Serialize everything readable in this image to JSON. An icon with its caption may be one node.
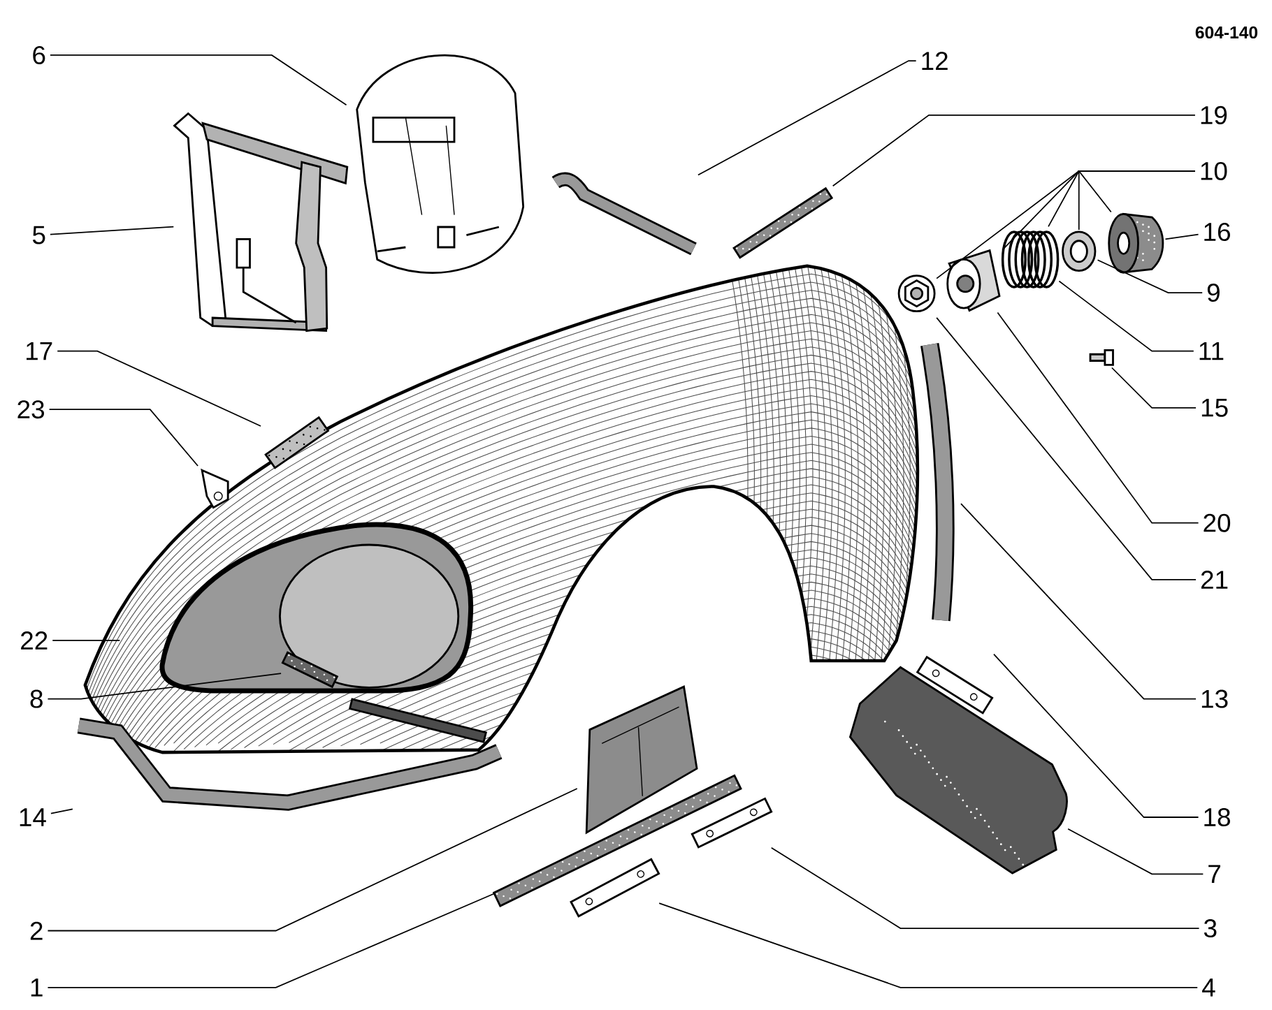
{
  "diagram": {
    "nodes": [
      {
        "text": [
          "6"
        ]
      },
      {
        "text": [
          "5"
        ]
      },
      {
        "text": [
          "17"
        ]
      },
      {
        "text": [
          "23"
        ]
      },
      {
        "text": [
          "22"
        ]
      },
      {
        "text": [
          "8"
        ]
      },
      {
        "text": [
          "14"
        ]
      },
      {
        "text": [
          "2"
        ]
      },
      {
        "text": [
          "1"
        ]
      },
      {
        "text": [
          "12"
        ]
      },
      {
        "text": [
          "19"
        ]
      },
      {
        "text": [
          "10"
        ]
      },
      {
        "text": [
          "16"
        ]
      },
      {
        "text": [
          "9"
        ]
      },
      {
        "text": [
          "11"
        ]
      },
      {
        "text": [
          "15"
        ]
      },
      {
        "text": [
          "20"
        ]
      },
      {
        "text": [
          "21"
        ]
      },
      {
        "text": [
          "13"
        ]
      },
      {
        "text": [
          "18"
        ]
      },
      {
        "text": [
          "7"
        ]
      },
      {
        "text": [
          "3"
        ]
      },
      {
        "text": [
          "4"
        ]
      },
      {
        "text": [],
        "shape": "picture"
      },
      {
        "text": [],
        "shape": "picture"
      },
      {
        "text": [],
        "shape": "picture"
      },
      {
        "text": [],
        "shape": "picture",
        "in": 25
      },
      {
        "text": [],
        "shape": "picture",
        "in": 25
      },
      {
        "text": [],
        "shape": "picture",
        "in": 25
      },
      {
        "text": [],
        "shape": "picture"
      },
      {
        "text": [],
        "shape": "picture"
      },
      {
        "text": [],
        "shape": "picture"
      },
      {
        "text": [],
        "shape": "picture"
      },
      {
        "text": [],
        "shape": "picture"
      },
      {
        "text": [],
        "shape": "picture"
      },
      {
        "text": [],
        "shape": "picture"
      },
      {
        "text": [],
        "shape": "picture"
      },
      {
        "text": [],
        "shape": "picture"
      },
      {
        "text": [],
        "shape": "picture"
      },
      {
        "text": [],
        "shape": "picture"
      },
      {
        "text": [],
        "shape": "picture"
      },
      {
        "text": [],
        "shape": "picture"
      },
      {
        "text": [],
        "shape": "picture"
      },
      {
        "text": [],
        "shape": "picture"
      },
      {
        "text": [],
        "shape": "picture"
      }
    ],
    "edges": [
      {
        "from": 0,
        "to": 23,
        "arrow": "none"
      },
      {
        "from": 1,
        "to": 24,
        "arrow": "none"
      },
      {
        "from": 2,
        "to": 26,
        "arrow": "none"
      },
      {
        "from": 3,
        "to": 27,
        "arrow": "none"
      },
      {
        "from": 4,
        "to": 25,
        "arrow": "none"
      },
      {
        "from": 5,
        "to": 28,
        "arrow": "none"
      },
      {
        "from": 6,
        "to": 29,
        "arrow": "none"
      },
      {
        "from": 7,
        "to": 30,
        "arrow": "none"
      },
      {
        "from": 8,
        "to": 31,
        "arrow": "none"
      },
      {
        "from": 9,
        "to": 32,
        "arrow": "none"
      },
      {
        "from": 10,
        "to": 33,
        "arrow": "none"
      },
      {
        "from": 11,
        "to": 34,
        "arrow": "none"
      },
      {
        "from": 11,
        "to": 35,
        "arrow": "none"
      },
      {
        "from": 11,
        "to": 36,
        "arrow": "none"
      },
      {
        "from": 11,
        "to": 37,
        "arrow": "none"
      },
      {
        "from": 11,
        "to": 38,
        "arrow": "none"
      },
      {
        "from": 12,
        "to": 38,
        "arrow": "none"
      },
      {
        "from": 13,
        "to": 37,
        "arrow": "none"
      },
      {
        "from": 14,
        "to": 36,
        "arrow": "none"
      },
      {
        "from": 15,
        "to": 39,
        "arrow": "none"
      },
      {
        "from": 16,
        "to": 35,
        "arrow": "none"
      },
      {
        "from": 17,
        "to": 34,
        "arrow": "none"
      },
      {
        "from": 18,
        "to": 40,
        "arrow": "none"
      },
      {
        "from": 19,
        "to": 41,
        "arrow": "none"
      },
      {
        "from": 20,
        "to": 42,
        "arrow": "none"
      },
      {
        "from": 21,
        "to": 43,
        "arrow": "none"
      },
      {
        "from": 22,
        "to": 44,
        "arrow": "none"
      }
    ],
    "labels": [
      "604-140"
    ]
  }
}
